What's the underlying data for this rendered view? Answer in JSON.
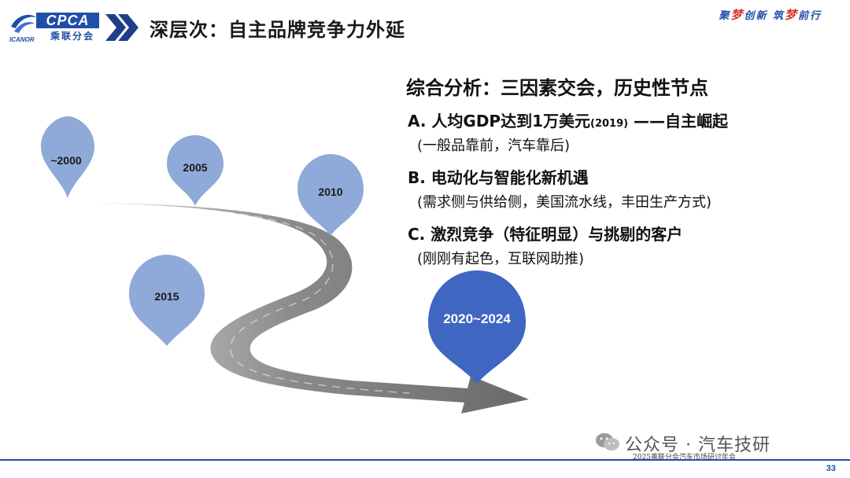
{
  "header": {
    "logo_text": "CPCA",
    "logo_cn": "乘联分会",
    "logo_sub": "ICANOR",
    "title": "深层次：自主品牌竞争力外延",
    "slogan": {
      "p1": "聚",
      "p2": "梦",
      "p3": "创新 筑",
      "p4": "梦",
      "p5": "前行"
    }
  },
  "content": {
    "heading": "综合分析：三因素交会，历史性节点",
    "items": [
      {
        "title_pre": "A. 人均GDP达到1万美元",
        "title_small": "(2019)",
        "title_post": " ——自主崛起",
        "desc": "(一般品靠前，汽车靠后)"
      },
      {
        "title": "B. 电动化与智能化新机遇",
        "desc": "(需求侧与供给侧，美国流水线，丰田生产方式)"
      },
      {
        "title": "C. 激烈竞争（特征明显）与挑剔的客户",
        "desc": "(刚刚有起色，互联网助推)"
      }
    ]
  },
  "timeline": {
    "pins": [
      "~2000",
      "2005",
      "2010",
      "2015",
      "2020~2024"
    ],
    "colors": {
      "light": "#8fa9d8",
      "dark": "#3f66c1",
      "road": "#7d7d7d"
    }
  },
  "footer": {
    "watermark": "公众号 · 汽车技研",
    "conference": "2025乘联分会汽车市场研讨年会",
    "page": "33"
  }
}
